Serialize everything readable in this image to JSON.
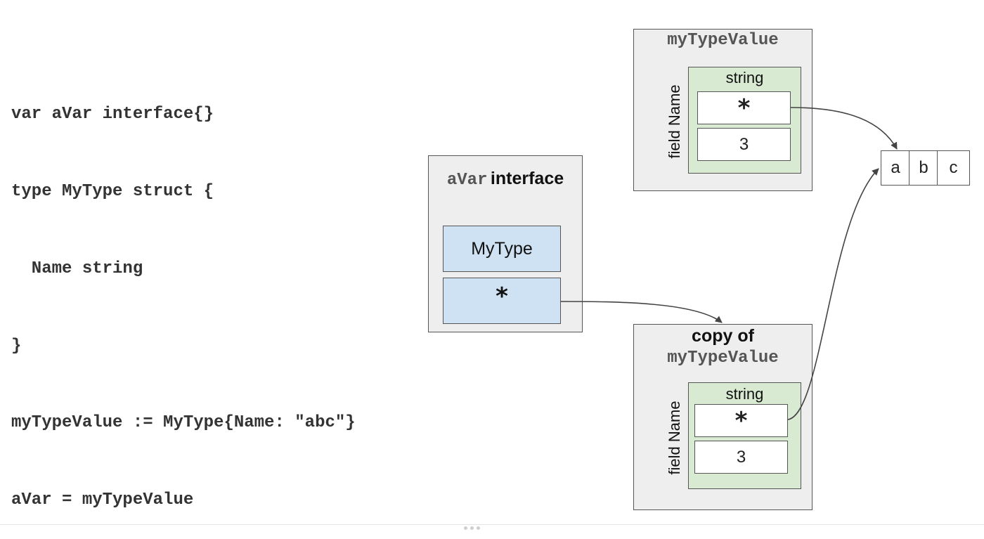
{
  "code_lines": [
    "var aVar interface{}",
    "type MyType struct {",
    "  Name string",
    "}",
    "myTypeValue := MyType{Name: \"abc\"}",
    "aVar = myTypeValue"
  ],
  "original_box": {
    "title": "myTypeValue",
    "field_label": "field Name",
    "string_label": "string",
    "pointer": "*",
    "length": "3"
  },
  "interface_box": {
    "title_mono": "aVar",
    "title_text": "interface",
    "type_cell": "MyType",
    "pointer_cell": "*"
  },
  "copy_box": {
    "title_line1": "copy of",
    "title_mono": "myTypeValue",
    "field_label": "field Name",
    "string_label": "string",
    "pointer": "*",
    "length": "3"
  },
  "bytes": [
    "a",
    "b",
    "c"
  ],
  "colors": {
    "panel": "#eeeeee",
    "string_struct": "#d9ead3",
    "interface_cell": "#cfe2f3",
    "border": "#555555"
  }
}
